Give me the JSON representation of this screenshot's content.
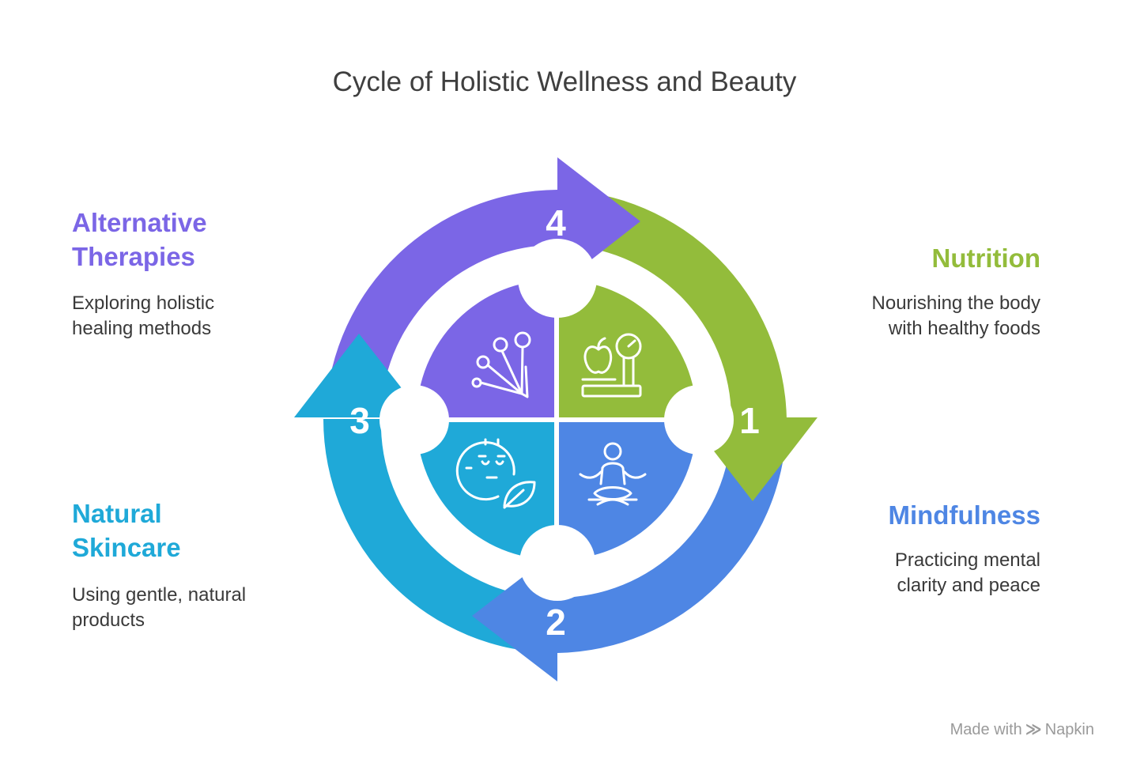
{
  "title": "Cycle of Holistic Wellness and Beauty",
  "colors": {
    "nutrition": "#93bc3b",
    "mindfulness": "#4e86e4",
    "skincare": "#1fa9d8",
    "therapies": "#7b66e6"
  },
  "steps": [
    {
      "number": "1",
      "label": "Nutrition",
      "description_line1": "Nourishing the body",
      "description_line2": "with healthy foods",
      "icon": "apple-scale-icon"
    },
    {
      "number": "2",
      "label": "Mindfulness",
      "description_line1": "Practicing mental",
      "description_line2": "clarity and peace",
      "icon": "meditation-icon"
    },
    {
      "number": "3",
      "label_line1": "Natural",
      "label_line2": "Skincare",
      "description_line1": "Using gentle, natural",
      "description_line2": "products",
      "icon": "face-leaf-icon"
    },
    {
      "number": "4",
      "label_line1": "Alternative",
      "label_line2": "Therapies",
      "description_line1": "Exploring holistic",
      "description_line2": "healing methods",
      "icon": "acupuncture-needles-icon"
    }
  ],
  "footer": {
    "made_with": "Made with",
    "brand": "Napkin"
  }
}
